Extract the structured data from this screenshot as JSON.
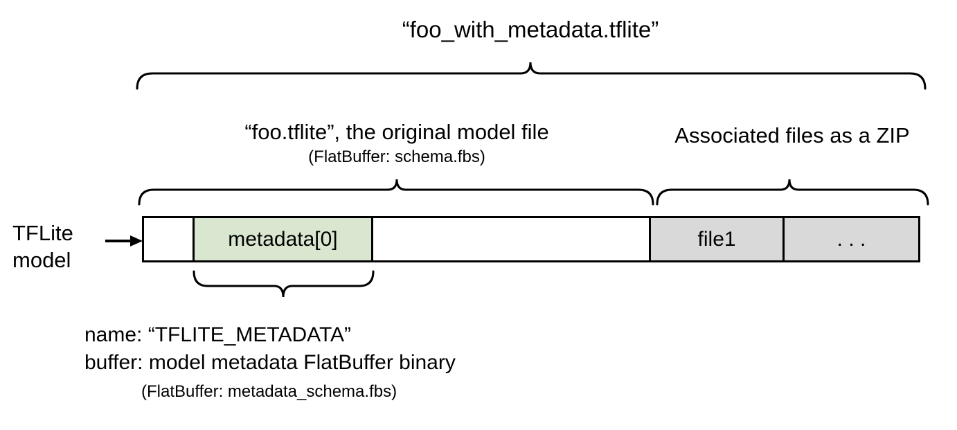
{
  "diagram": {
    "title": "“foo_with_metadata.tflite”",
    "left_label": "TFLite\nmodel",
    "arrow_icon": "right-arrow-icon",
    "sections": {
      "model_file": {
        "label": "“foo.tflite”, the original model file",
        "sub": "(FlatBuffer: schema.fbs)"
      },
      "zip": {
        "label": "Associated files as a ZIP"
      }
    },
    "bar": {
      "cells": [
        {
          "label": "",
          "fill": "#ffffff",
          "name": "bar-cell-header"
        },
        {
          "label": "metadata[0]",
          "fill": "#d9e7d0",
          "name": "bar-cell-metadata"
        },
        {
          "label": "",
          "fill": "#ffffff",
          "name": "bar-cell-body"
        },
        {
          "label": "file1",
          "fill": "#d9d9d9",
          "name": "bar-cell-file1"
        },
        {
          "label": ". . .",
          "fill": "#d9d9d9",
          "name": "bar-cell-ellipsis"
        }
      ]
    },
    "annotation": {
      "line1": "name: “TFLITE_METADATA”",
      "line2": "buffer: model metadata FlatBuffer binary",
      "sub": "(FlatBuffer: metadata_schema.fbs)"
    },
    "colors": {
      "metadata_fill": "#d9e7d0",
      "zip_fill": "#d9d9d9",
      "stroke": "#000000",
      "background": "#ffffff"
    }
  }
}
